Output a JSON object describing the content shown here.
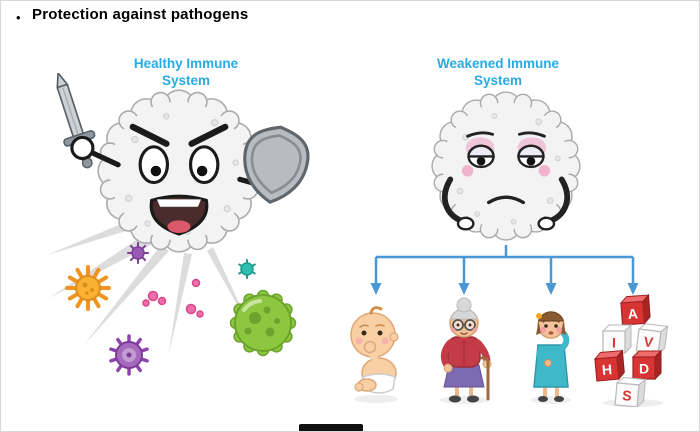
{
  "title": "Protection against pathogens",
  "bullet": "•",
  "healthy": {
    "heading_line1": "Healthy Immune",
    "heading_line2": "System",
    "icons": [
      "white-blood-cell-angry",
      "sword-icon",
      "shield-icon",
      "virus-orange-icon",
      "virus-green-icon",
      "virus-purple-icon",
      "bacteria-pink-icon"
    ]
  },
  "weakened": {
    "heading_line1": "Weakened Immune",
    "heading_line2": "System",
    "icons": [
      "white-blood-cell-tired",
      "baby-icon",
      "elderly-woman-icon",
      "sick-woman-icon",
      "hiv-aids-dice-icon"
    ]
  },
  "dice": {
    "letters": [
      "A",
      "I",
      "V",
      "H",
      "D",
      "S"
    ]
  },
  "colors": {
    "heading_text": "#29abe2",
    "arrow": "#4a97d6",
    "dice_red": "#d93434",
    "virus_orange": "#f8b133",
    "virus_green": "#8dc63f",
    "virus_purple": "#a569bd",
    "bacteria_pink": "#f06eaa"
  }
}
